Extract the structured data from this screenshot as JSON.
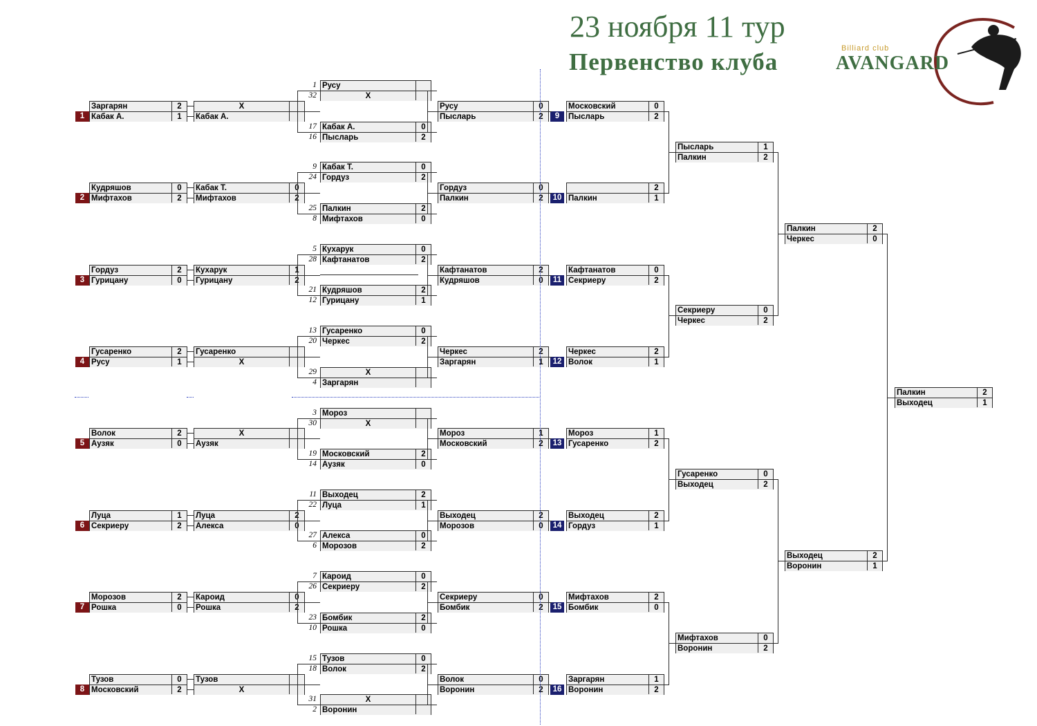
{
  "header": {
    "date_round": "23 ноября 11 тур",
    "title": "Первенство клуба",
    "logo": {
      "small": "Billiard club",
      "big": "AVANGARD",
      "icon": "billiard-player-icon"
    }
  },
  "colors": {
    "title_green": "#3f6e42",
    "seed_red": "#7c1416",
    "seed_blue": "#1a1f6e",
    "cell_bg": "#efefef",
    "divider_blue": "#2b3fbf"
  },
  "round1": [
    {
      "seed": "1",
      "p1": "Заргарян",
      "s1": "2",
      "p2": "Кабак А.",
      "s2": "1"
    },
    {
      "seed": "2",
      "p1": "Кудряшов",
      "s1": "0",
      "p2": "Мифтахов",
      "s2": "2"
    },
    {
      "seed": "3",
      "p1": "Гордуз",
      "s1": "2",
      "p2": "Гурицану",
      "s2": "0"
    },
    {
      "seed": "4",
      "p1": "Гусаренко",
      "s1": "2",
      "p2": "Русу",
      "s2": "1"
    },
    {
      "seed": "5",
      "p1": "Волок",
      "s1": "2",
      "p2": "Аузяк",
      "s2": "0"
    },
    {
      "seed": "6",
      "p1": "Луца",
      "s1": "1",
      "p2": "Секриеру",
      "s2": "2"
    },
    {
      "seed": "7",
      "p1": "Морозов",
      "s1": "2",
      "p2": "Рошка",
      "s2": "0"
    },
    {
      "seed": "8",
      "p1": "Тузов",
      "s1": "0",
      "p2": "Московский",
      "s2": "2"
    }
  ],
  "round2": [
    {
      "p1": "X",
      "s1": "",
      "p2": "Кабак А.",
      "s2": ""
    },
    {
      "p1": "Кабак Т.",
      "s1": "0",
      "p2": "Мифтахов",
      "s2": "2"
    },
    {
      "p1": "Кухарук",
      "s1": "1",
      "p2": "Гурицану",
      "s2": "2"
    },
    {
      "p1": "Гусаренко",
      "s1": "",
      "p2": "X",
      "s2": ""
    },
    {
      "p1": "X",
      "s1": "",
      "p2": "Аузяк",
      "s2": ""
    },
    {
      "p1": "Луца",
      "s1": "2",
      "p2": "Алекса",
      "s2": "0"
    },
    {
      "p1": "Кароид",
      "s1": "0",
      "p2": "Рошка",
      "s2": "2"
    },
    {
      "p1": "Тузов",
      "s1": "",
      "p2": "X",
      "s2": ""
    }
  ],
  "round3": [
    {
      "n1": "1",
      "p1": "Русу",
      "s1": "",
      "n2": "32",
      "p2": "X",
      "s2": ""
    },
    {
      "n1": "17",
      "p1": "Кабак А.",
      "s1": "0",
      "n2": "16",
      "p2": "Пысларь",
      "s2": "2"
    },
    {
      "n1": "9",
      "p1": "Кабак Т.",
      "s1": "0",
      "n2": "24",
      "p2": "Гордуз",
      "s2": "2"
    },
    {
      "n1": "25",
      "p1": "Палкин",
      "s1": "2",
      "n2": "8",
      "p2": "Мифтахов",
      "s2": "0"
    },
    {
      "n1": "5",
      "p1": "Кухарук",
      "s1": "0",
      "n2": "28",
      "p2": "Кафтанатов",
      "s2": "2"
    },
    {
      "n1": "21",
      "p1": "Кудряшов",
      "s1": "2",
      "n2": "12",
      "p2": "Гурицану",
      "s2": "1"
    },
    {
      "n1": "13",
      "p1": "Гусаренко",
      "s1": "0",
      "n2": "20",
      "p2": "Черкес",
      "s2": "2"
    },
    {
      "n1": "29",
      "p1": "X",
      "s1": "",
      "n2": "4",
      "p2": "Заргарян",
      "s2": ""
    },
    {
      "n1": "3",
      "p1": "Мороз",
      "s1": "",
      "n2": "30",
      "p2": "X",
      "s2": ""
    },
    {
      "n1": "19",
      "p1": "Московский",
      "s1": "2",
      "n2": "14",
      "p2": "Аузяк",
      "s2": "0"
    },
    {
      "n1": "11",
      "p1": "Выходец",
      "s1": "2",
      "n2": "22",
      "p2": "Луца",
      "s2": "1"
    },
    {
      "n1": "27",
      "p1": "Алекса",
      "s1": "0",
      "n2": "6",
      "p2": "Морозов",
      "s2": "2"
    },
    {
      "n1": "7",
      "p1": "Кароид",
      "s1": "0",
      "n2": "26",
      "p2": "Секриеру",
      "s2": "2"
    },
    {
      "n1": "23",
      "p1": "Бомбик",
      "s1": "2",
      "n2": "10",
      "p2": "Рошка",
      "s2": "0"
    },
    {
      "n1": "15",
      "p1": "Тузов",
      "s1": "0",
      "n2": "18",
      "p2": "Волок",
      "s2": "2"
    },
    {
      "n1": "31",
      "p1": "X",
      "s1": "",
      "n2": "2",
      "p2": "Воронин",
      "s2": ""
    }
  ],
  "round4": [
    {
      "p1": "Русу",
      "s1": "0",
      "p2": "Пысларь",
      "s2": "2"
    },
    {
      "p1": "Гордуз",
      "s1": "0",
      "p2": "Палкин",
      "s2": "2"
    },
    {
      "p1": "Кафтанатов",
      "s1": "2",
      "p2": "Кудряшов",
      "s2": "0"
    },
    {
      "p1": "Черкес",
      "s1": "2",
      "p2": "Заргарян",
      "s2": "1"
    },
    {
      "p1": "Мороз",
      "s1": "1",
      "p2": "Московский",
      "s2": "2"
    },
    {
      "p1": "Выходец",
      "s1": "2",
      "p2": "Морозов",
      "s2": "0"
    },
    {
      "p1": "Секриеру",
      "s1": "0",
      "p2": "Бомбик",
      "s2": "2"
    },
    {
      "p1": "Волок",
      "s1": "0",
      "p2": "Воронин",
      "s2": "2"
    }
  ],
  "round5": [
    {
      "seed": "9",
      "p1": "Московский",
      "s1": "0",
      "p2": "Пысларь",
      "s2": "2"
    },
    {
      "seed": "10",
      "p1": "",
      "s1": "2",
      "p2": "Палкин",
      "s2": "1"
    },
    {
      "seed": "11",
      "p1": "Кафтанатов",
      "s1": "0",
      "p2": "Секриеру",
      "s2": "2"
    },
    {
      "seed": "12",
      "p1": "Черкес",
      "s1": "2",
      "p2": "Волок",
      "s2": "1"
    },
    {
      "seed": "13",
      "p1": "Мороз",
      "s1": "1",
      "p2": "Гусаренко",
      "s2": "2"
    },
    {
      "seed": "14",
      "p1": "Выходец",
      "s1": "2",
      "p2": "Гордуз",
      "s2": "1"
    },
    {
      "seed": "15",
      "p1": "Мифтахов",
      "s1": "2",
      "p2": "Бомбик",
      "s2": "0"
    },
    {
      "seed": "16",
      "p1": "Заргарян",
      "s1": "1",
      "p2": "Воронин",
      "s2": "2"
    }
  ],
  "round6": [
    {
      "p1": "Пысларь",
      "s1": "1",
      "p2": "Палкин",
      "s2": "2"
    },
    {
      "p1": "Секриеру",
      "s1": "0",
      "p2": "Черкес",
      "s2": "2"
    },
    {
      "p1": "Гусаренко",
      "s1": "0",
      "p2": "Выходец",
      "s2": "2"
    },
    {
      "p1": "Мифтахов",
      "s1": "0",
      "p2": "Воронин",
      "s2": "2"
    }
  ],
  "round7": [
    {
      "p1": "Палкин",
      "s1": "2",
      "p2": "Черкес",
      "s2": "0"
    },
    {
      "p1": "Выходец",
      "s1": "2",
      "p2": "Воронин",
      "s2": "1"
    }
  ],
  "final": [
    {
      "p1": "Палкин",
      "s1": "2",
      "p2": "Выходец",
      "s2": "1"
    }
  ]
}
